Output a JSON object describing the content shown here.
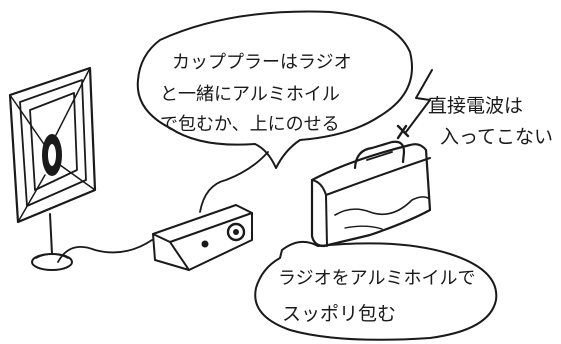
{
  "colors": {
    "ink": "#1a1a1a",
    "paper": "#ffffff"
  },
  "bubble_top": {
    "line1": "カッププラーはラジオ",
    "line2": "と一緒にアルミホイル",
    "line3": "で包むか、上にのせる"
  },
  "note_right": {
    "line1": "直接電波は",
    "line2": "入ってこない"
  },
  "bubble_bottom": {
    "line1": "ラジオをアルミホイルで",
    "line2": "スッポリ包む"
  },
  "icons": [
    "loop-antenna-icon",
    "coupler-box-icon",
    "radio-icon",
    "lightning-icon"
  ]
}
